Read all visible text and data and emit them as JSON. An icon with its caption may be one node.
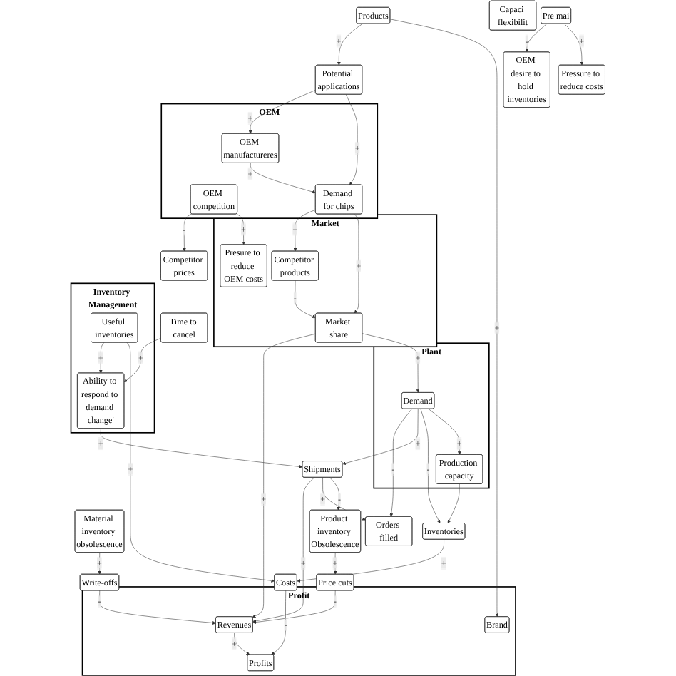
{
  "diagram": {
    "nodes": [
      {
        "text": [
          "OEM"
        ]
      },
      {
        "text": [
          "OEM manufactureres"
        ],
        "in": 0
      },
      {
        "text": [
          "OEM competition"
        ],
        "in": 0
      },
      {
        "text": [
          "Demand for chips"
        ],
        "in": 0
      },
      {
        "text": [
          "Profit"
        ]
      },
      {
        "text": [
          "Brand"
        ],
        "in": 4
      },
      {
        "text": [
          "Revenues"
        ],
        "in": 4
      },
      {
        "text": [
          "Profits"
        ],
        "in": 4
      },
      {
        "text": [
          "Market"
        ]
      },
      {
        "text": [
          "Competitor products"
        ],
        "in": 8
      },
      {
        "text": [
          "Presure to reduce OEM costs"
        ],
        "in": 8
      },
      {
        "text": [
          "Market share"
        ],
        "in": 8
      },
      {
        "text": [
          "Plant"
        ]
      },
      {
        "text": [
          "Demand"
        ],
        "in": 12
      },
      {
        "text": [
          "Production capacity"
        ],
        "in": 12
      },
      {
        "text": [
          "Inventory Management"
        ]
      },
      {
        "text": [
          "Ability to respond to demand change'"
        ],
        "in": 15
      },
      {
        "text": [
          "Useful inventories"
        ],
        "in": 15
      },
      {
        "text": [
          "Potential applications"
        ]
      },
      {
        "text": [
          "Products"
        ]
      },
      {
        "text": [
          "Write-offs"
        ]
      },
      {
        "text": [
          "Material inventory obsolescence"
        ]
      },
      {
        "text": [
          "Price cuts"
        ]
      },
      {
        "text": [
          "Product inventory Obsolescence"
        ]
      },
      {
        "text": [
          "Orders filled"
        ]
      },
      {
        "text": [
          "Shipments"
        ]
      },
      {
        "text": [
          "Costs"
        ]
      },
      {
        "text": [
          "Inventories"
        ]
      },
      {
        "text": [
          "OEM desire to hold inventories"
        ]
      },
      {
        "text": [
          "Competitor prices"
        ]
      },
      {
        "text": [
          "Pressure to reduce costs"
        ]
      },
      {
        "text": [
          "Capaci flexibilit"
        ]
      },
      {
        "text": [
          "Time to cancel"
        ]
      },
      {
        "text": [
          "Pre mai"
        ]
      }
    ],
    "edges": [
      {
        "from": 19,
        "to": 18,
        "arrow": "to",
        "label": "+"
      },
      {
        "from": 18,
        "to": 1,
        "arrow": "to",
        "label": "+"
      },
      {
        "from": 18,
        "to": 3,
        "arrow": "to",
        "label": "+"
      },
      {
        "from": 1,
        "to": 3,
        "arrow": "to",
        "label": "+"
      },
      {
        "from": 2,
        "to": 29,
        "arrow": "to",
        "label": "-"
      },
      {
        "from": 2,
        "to": 10,
        "arrow": "to",
        "label": "+"
      },
      {
        "from": 3,
        "to": 9,
        "arrow": "to",
        "label": "+"
      },
      {
        "from": 3,
        "to": 11,
        "arrow": "to",
        "label": "+"
      },
      {
        "from": 9,
        "to": 11,
        "arrow": "to",
        "label": "-"
      },
      {
        "from": 19,
        "to": 5,
        "arrow": "to",
        "label": "+"
      },
      {
        "from": 6,
        "to": 7,
        "arrow": "to",
        "label": "+"
      },
      {
        "from": 11,
        "to": 6,
        "arrow": "to",
        "label": "+"
      },
      {
        "from": 20,
        "to": 6,
        "arrow": "to",
        "label": "-"
      },
      {
        "from": 21,
        "to": 20,
        "arrow": "to",
        "label": "+"
      },
      {
        "from": 23,
        "to": 22,
        "arrow": "to",
        "label": "+"
      },
      {
        "from": 22,
        "to": 6,
        "arrow": "to",
        "label": "-"
      },
      {
        "from": 26,
        "to": 7,
        "arrow": "to",
        "label": "-"
      },
      {
        "from": 25,
        "to": 6,
        "arrow": "to",
        "label": "+"
      },
      {
        "from": 25,
        "to": 24,
        "arrow": "to",
        "label": "+"
      },
      {
        "from": 13,
        "to": 24,
        "arrow": "to",
        "label": "-"
      },
      {
        "from": 13,
        "to": 25,
        "arrow": "to",
        "label": "+"
      },
      {
        "from": 13,
        "to": 27,
        "arrow": "to",
        "label": "-"
      },
      {
        "from": 13,
        "to": 14,
        "arrow": "to",
        "label": "+"
      },
      {
        "from": 14,
        "to": 27,
        "arrow": "to"
      },
      {
        "from": 25,
        "to": 23,
        "arrow": "to",
        "label": "-"
      },
      {
        "from": 27,
        "to": 26,
        "arrow": "to",
        "label": "+"
      },
      {
        "from": 17,
        "to": 16,
        "arrow": "to",
        "label": "+"
      },
      {
        "from": 16,
        "to": 25,
        "arrow": "to",
        "label": "+"
      },
      {
        "from": 17,
        "to": 26,
        "arrow": "to",
        "label": "+"
      },
      {
        "from": 11,
        "to": 13,
        "arrow": "to",
        "label": "+"
      },
      {
        "from": 33,
        "to": 28,
        "arrow": "to",
        "label": "-"
      },
      {
        "from": 33,
        "to": 30,
        "arrow": "to",
        "label": "+"
      },
      {
        "from": 32,
        "to": 16,
        "arrow": "to",
        "label": "+"
      }
    ]
  }
}
